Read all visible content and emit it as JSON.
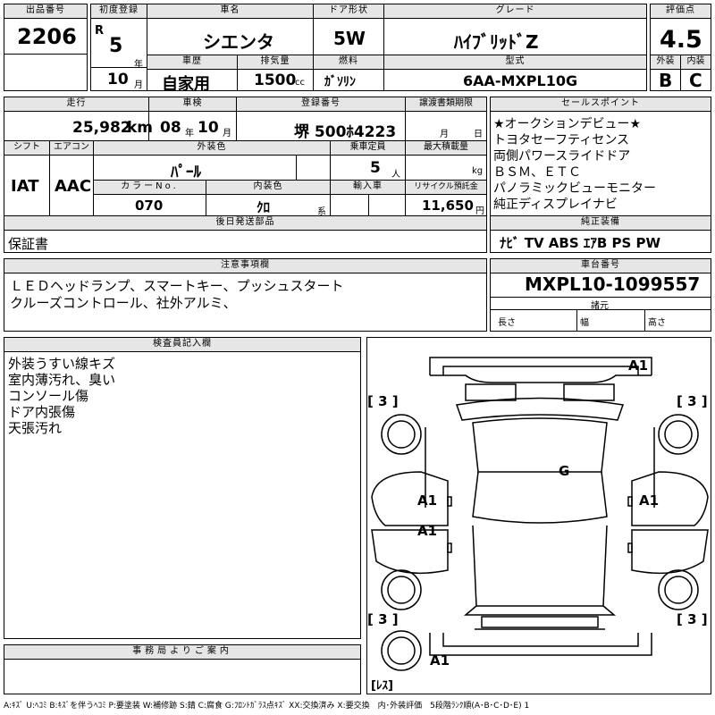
{
  "lot": {
    "label": "出品番号",
    "value": "2206"
  },
  "first_reg": {
    "label": "初度登録",
    "era": "R",
    "year": "5",
    "year_unit": "年",
    "month": "10",
    "month_unit": "月"
  },
  "car_name": {
    "label": "車名",
    "value": "シエンタ"
  },
  "door": {
    "label": "ドア形状",
    "value": "5W"
  },
  "grade": {
    "label": "グレード",
    "value": "ﾊｲﾌﾞﾘｯﾄﾞZ"
  },
  "score": {
    "label": "評価点",
    "value": "4.5"
  },
  "history": {
    "label": "車歴",
    "value": "自家用"
  },
  "displacement": {
    "label": "排気量",
    "value": "1500",
    "unit": "cc"
  },
  "fuel": {
    "label": "燃料",
    "value": "ｶﾞｿﾘﾝ"
  },
  "model": {
    "label": "型式",
    "value": "6AA-MXPL10G"
  },
  "exterior": {
    "label": "外装",
    "value": "B"
  },
  "interior": {
    "label": "内装",
    "value": "C"
  },
  "mileage": {
    "label": "走行",
    "value": "25,982",
    "unit": "km"
  },
  "inspection": {
    "label": "車検",
    "year": "08",
    "year_unit": "年",
    "month": "10",
    "month_unit": "月"
  },
  "reg_no": {
    "label": "登録番号",
    "value": "堺 500ﾎ4223"
  },
  "transfer": {
    "label": "譲渡書類期限",
    "month_unit": "月",
    "day_unit": "日"
  },
  "shift": {
    "label": "シフト",
    "value": "IAT"
  },
  "aircon": {
    "label": "エアコン",
    "value": "AAC"
  },
  "ext_color": {
    "label": "外装色",
    "value": "ﾊﾟｰﾙ"
  },
  "capacity": {
    "label": "乗車定員",
    "value": "5",
    "unit": "人"
  },
  "max_load": {
    "label": "最大積載量",
    "unit": "kg"
  },
  "color_no": {
    "label": "カラーNo.",
    "value": "070"
  },
  "int_color": {
    "label": "内装色",
    "value": "ｸﾛ",
    "unit": "系"
  },
  "import": {
    "label": "輸入車"
  },
  "recycle": {
    "label": "リサイクル預託金",
    "value": "11,650",
    "unit": "円"
  },
  "sales_points": {
    "label": "セールスポイント",
    "items": [
      "★オークションデビュー★",
      "トヨタセーフティセンス",
      "両側パワースライドドア",
      "ＢＳＭ、ＥＴＣ",
      "パノラミックビューモニター",
      "純正ディスプレイナビ"
    ]
  },
  "later_parts": {
    "label": "後日発送部品",
    "value": "保証書"
  },
  "equipment": {
    "label": "純正装備",
    "value": "ﾅﾋﾞ TV ABS ｴｱB PS PW"
  },
  "notes": {
    "label": "注意事項欄",
    "lines": [
      "ＬＥＤヘッドランプ、スマートキー、プッシュスタート",
      "クルーズコントロール、社外アルミ、"
    ]
  },
  "chassis": {
    "label": "車台番号",
    "value": "MXPL10-1099557"
  },
  "specs": {
    "label": "諸元",
    "length": "長さ",
    "width": "幅",
    "height": "高さ"
  },
  "inspector": {
    "label": "検査員記入欄",
    "lines": [
      "外装うすい線キズ",
      "室内薄汚れ、臭い",
      "コンソール傷",
      "ドア内張傷",
      "天張汚れ"
    ]
  },
  "damage": {
    "front": "A1",
    "roof": "G",
    "left_front_door": "A1",
    "right_front_door": "A1",
    "left_rear_door": "A1",
    "rear": "A1",
    "tire_fl": "[ 3 ]",
    "tire_fr": "[ 3 ]",
    "tire_rl": "[ 3 ]",
    "tire_rr": "[ 3 ]",
    "spare": "[ﾚｽ]"
  },
  "office": {
    "label": "事務局よりご案内"
  },
  "legend": "A:ｷｽﾞ U:ﾍｺﾐ B:ｷｽﾞを伴うﾍｺﾐ P:要塗装 W:補修跡 S:錆 C:腐食 G:ﾌﾛﾝﾄｶﾞﾗｽ点ｷｽﾞ XX:交換済み X:要交換　内･外装評価　5段階ﾗﾝｸ順(A･B･C･D･E) 1"
}
